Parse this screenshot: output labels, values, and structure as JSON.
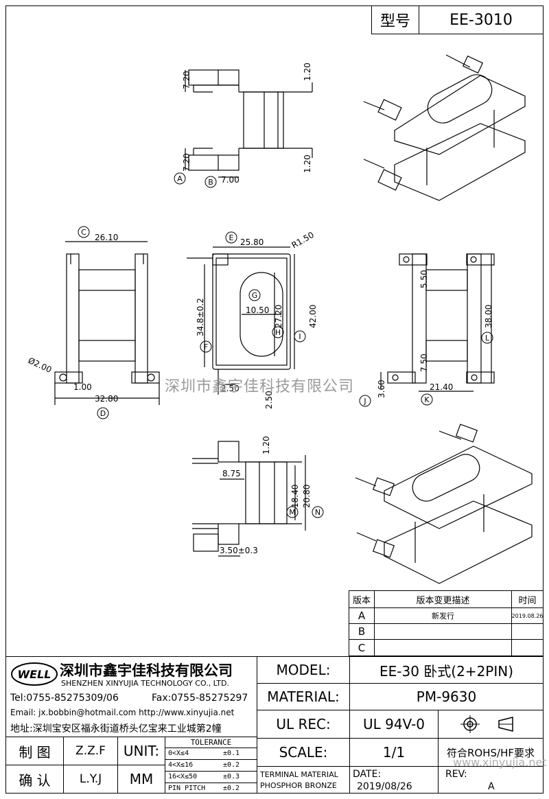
{
  "title_block": {
    "model_label": "型号",
    "model_value": "EE-3010"
  },
  "dimensions": {
    "view_top": [
      "7.20",
      "7.20",
      "1.20",
      "1.20",
      "7.00"
    ],
    "view_left": [
      "26.10",
      "32.80",
      "1.00",
      "Ø2.00"
    ],
    "view_front": [
      "25.80",
      "R1.50",
      "34.8±0.2",
      "10.50",
      "27.20",
      "42.00",
      "2.50",
      "2.50"
    ],
    "view_right": [
      "5.50",
      "38.00",
      "7.50",
      "21.40",
      "3.60"
    ],
    "view_bottom": [
      "1.20",
      "8.75",
      "18.40",
      "20.80",
      "3.50±0.3"
    ]
  },
  "markers": [
    "A",
    "B",
    "C",
    "D",
    "E",
    "F",
    "G",
    "H",
    "I",
    "J",
    "K",
    "L",
    "M",
    "N"
  ],
  "revision_table": {
    "headers": [
      "版本",
      "版本变更描述",
      "时间"
    ],
    "rows": [
      {
        "rev": "A",
        "desc": "新发行",
        "date": "2019.08.26"
      },
      {
        "rev": "B",
        "desc": "",
        "date": ""
      },
      {
        "rev": "C",
        "desc": "",
        "date": ""
      }
    ]
  },
  "company": {
    "logo_text": "WELL",
    "name_cn": "深圳市鑫宇佳科技有限公司",
    "name_en": "SHENZHEN XINYUJIA TECHNOLOGY CO., LTD.",
    "tel": "Tel:0755-85275309/06",
    "fax": "Fax:0755-85275297",
    "email": "Email: jx.bobbin@hotmail.com http://www.xinyujia.net",
    "address": "地址:深圳宝安区福永街道桥头亿宝来工业城第2幢"
  },
  "info": {
    "model_label": "MODEL:",
    "model_value": "EE-30 卧式(2+2PIN)",
    "material_label": "MATERIAL:",
    "material_value": "PM-9630",
    "ulrec_label": "UL REC:",
    "ulrec_value": "UL 94V-0",
    "scale_label": "SCALE:",
    "scale_value": "1/1",
    "rohs": "符合ROHS/HF要求",
    "terminal_label": "TERMINAL MATERIAL",
    "terminal_value": "PHOSPHOR BRONZE",
    "date_label": "DATE:",
    "date_value": "2019/08/26",
    "rev_label": "REV:",
    "rev_value": "A"
  },
  "signoff": {
    "draw_label": "制 图",
    "draw_value": "Z.Z.F",
    "check_label": "确 认",
    "check_value": "L.Y.J",
    "unit_label": "UNIT:",
    "unit_value": "MM"
  },
  "tolerance": {
    "title": "TOLERANCE",
    "rows": [
      {
        "range": "0<X≤4",
        "tol": "±0.1"
      },
      {
        "range": "4<X≤16",
        "tol": "±0.2"
      },
      {
        "range": "16<X≤50",
        "tol": "±0.3"
      },
      {
        "range": "PIN PITCH",
        "tol": "±0.2"
      }
    ]
  },
  "watermarks": [
    "深圳市鑫宇佳科技有限公司",
    "www.xinyujia.net"
  ]
}
